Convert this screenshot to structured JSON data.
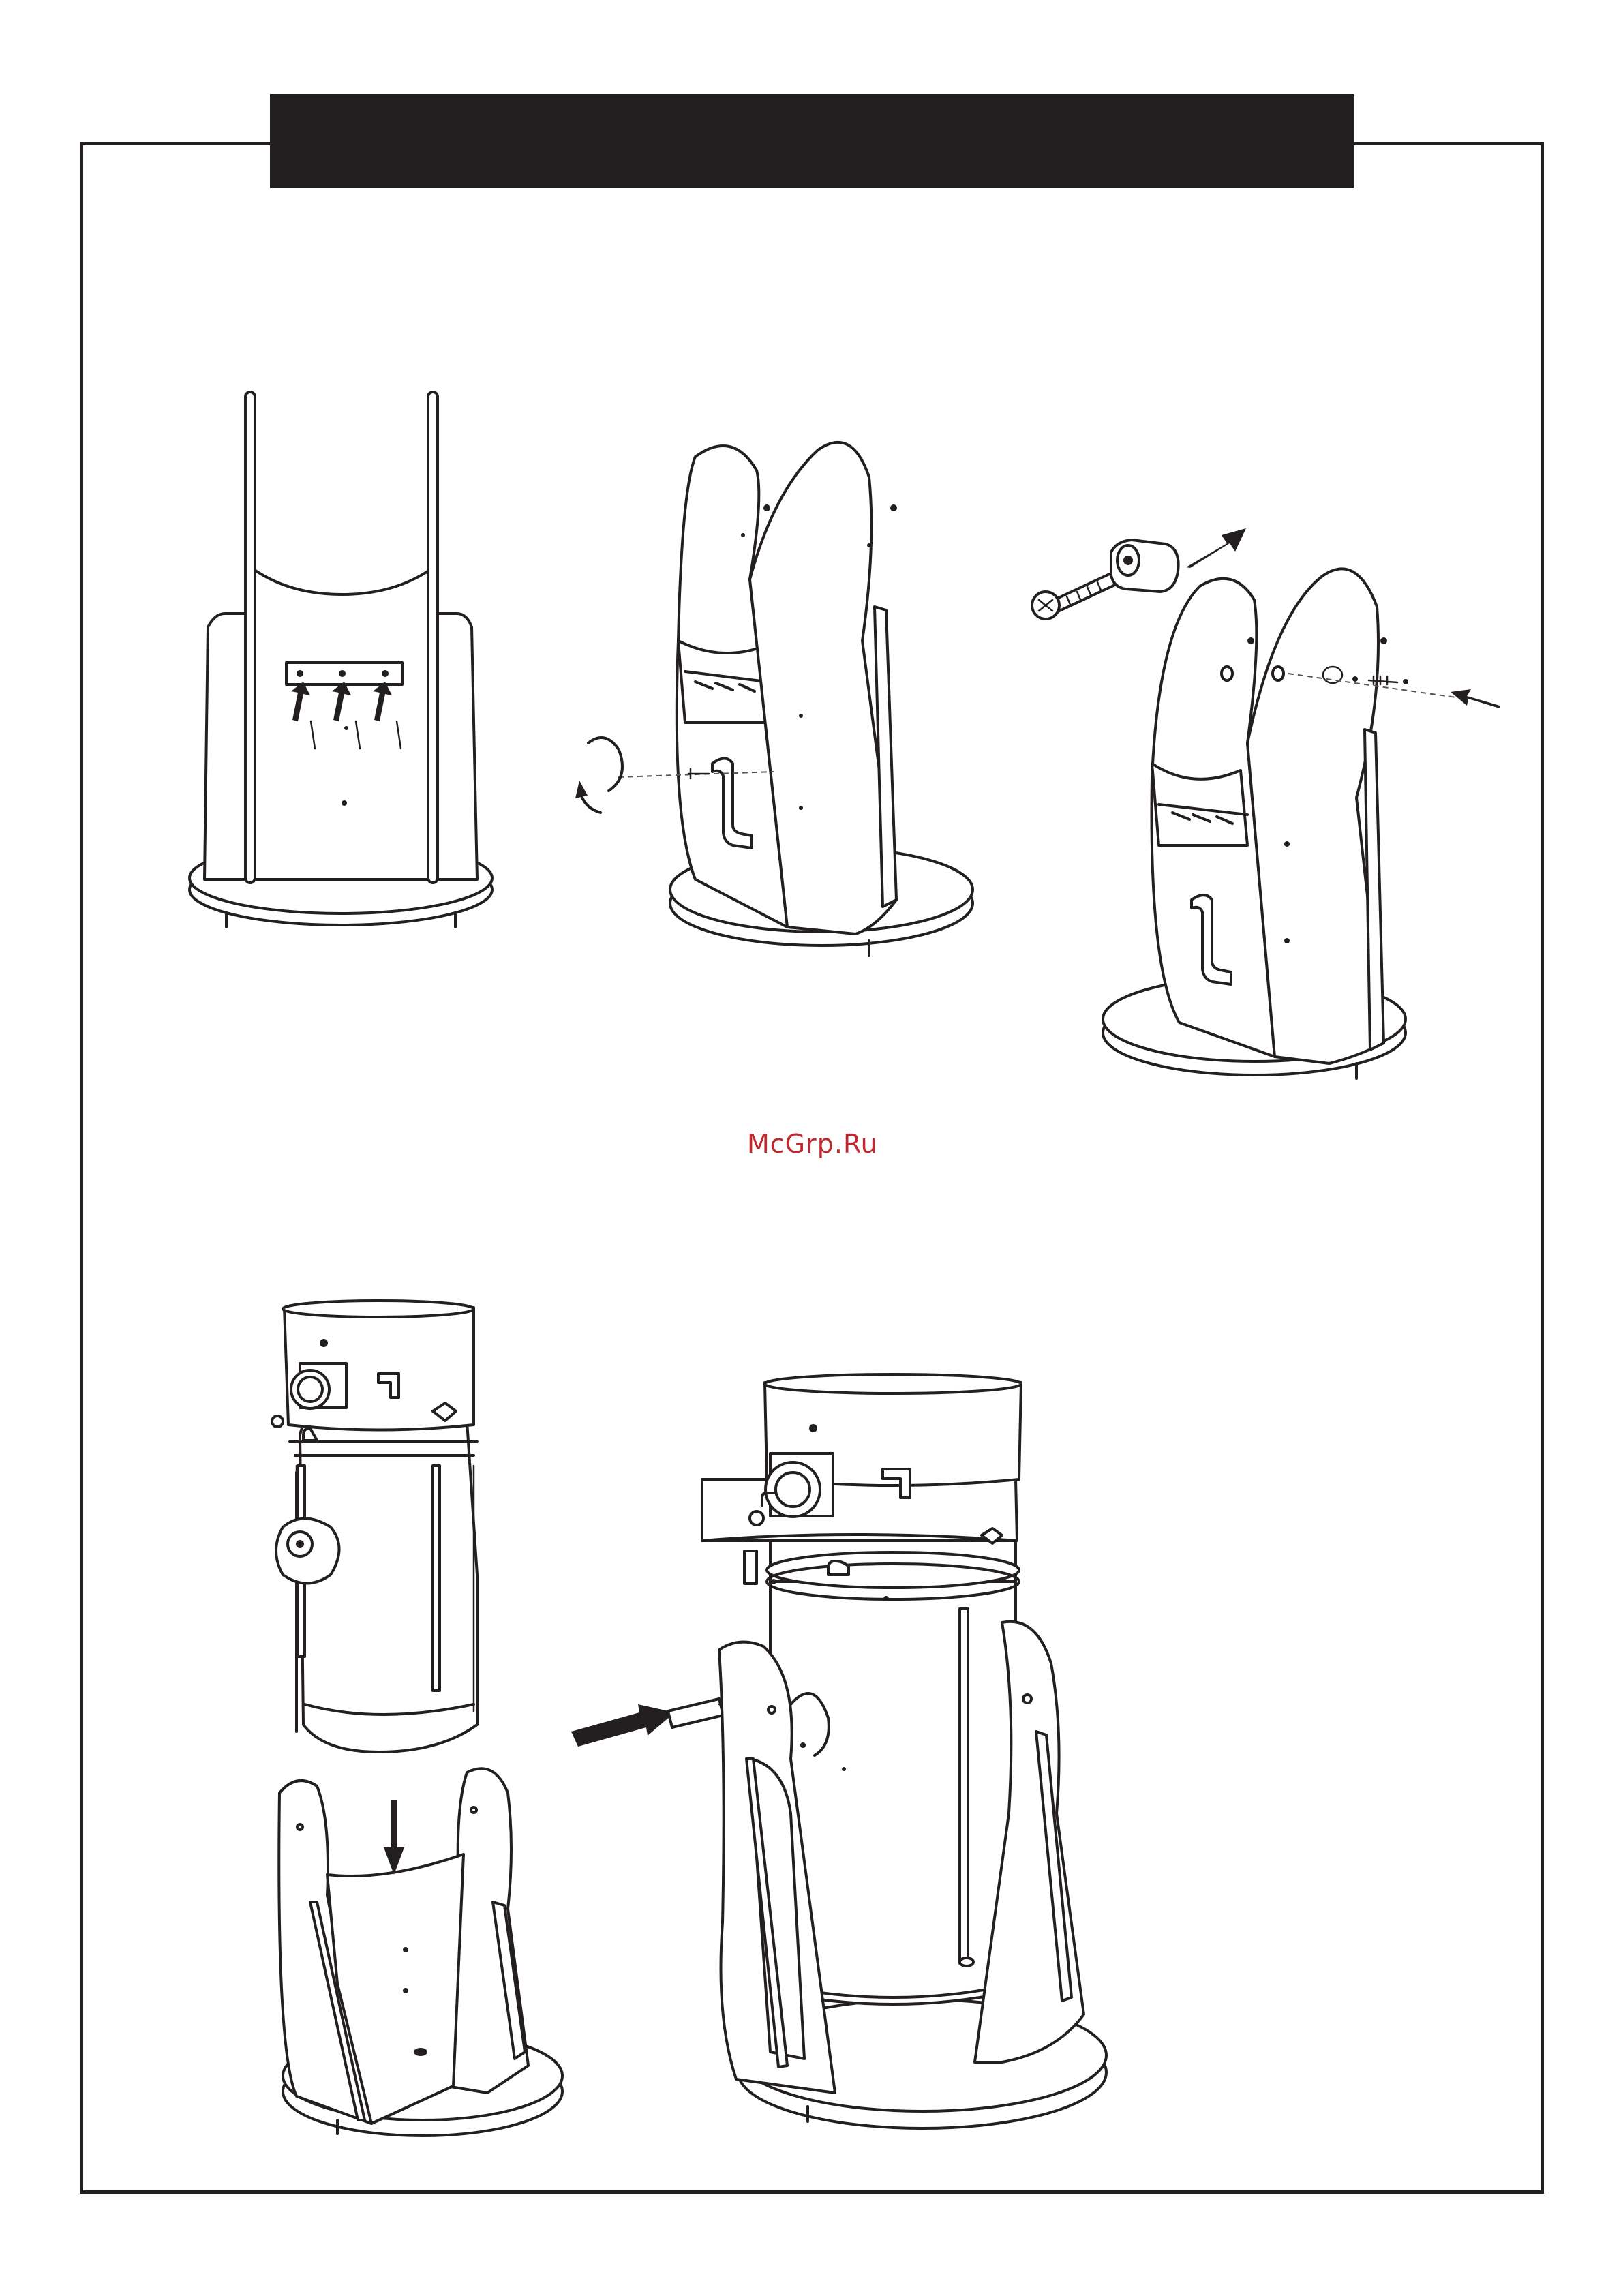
{
  "page": {
    "watermark": "McGrp.Ru",
    "colors": {
      "ink": "#231f20",
      "paper": "#ffffff",
      "watermark": "#c0282d"
    }
  },
  "figures": [
    {
      "id": "fig-1",
      "icon": "base-with-side-rails-icon"
    },
    {
      "id": "fig-2",
      "icon": "base-handle-install-icon"
    },
    {
      "id": "fig-3",
      "icon": "base-knob-install-icon"
    },
    {
      "id": "fig-4",
      "icon": "tube-lowering-into-base-icon"
    },
    {
      "id": "fig-5",
      "icon": "tube-side-bolt-install-icon"
    }
  ]
}
